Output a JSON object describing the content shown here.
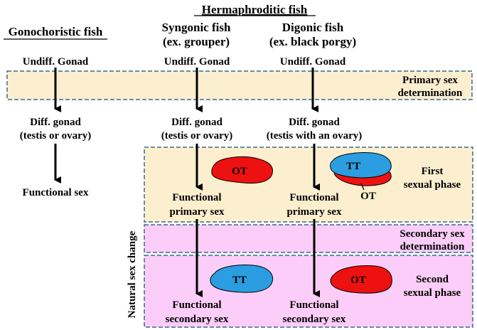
{
  "titles": {
    "hermaphroditic": "Hermaphroditic fish",
    "gonochoristic": "Gonochoristic fish",
    "syngonic_1": "Syngonic fish",
    "syngonic_2": "(ex. grouper)",
    "digonic_1": "Digonic fish",
    "digonic_2": "(ex. black porgy)"
  },
  "stages": {
    "undiff": "Undiff. Gonad",
    "gono_diff_1": "Diff. gonad",
    "gono_diff_2": "(testis or ovary)",
    "gono_functional": "Functional sex",
    "syn_diff_1": "Diff. gonad",
    "syn_diff_2": "(testis or ovary)",
    "dig_diff_1": "Diff. gonad",
    "dig_diff_2": "(testis with an ovary)",
    "func_primary_1": "Functional",
    "func_primary_2": "primary sex",
    "func_secondary_1": "Functional",
    "func_secondary_2": "secondary sex"
  },
  "bands": {
    "primary_det_1": "Primary sex",
    "primary_det_2": "determination",
    "first_phase_1": "First",
    "first_phase_2": "sexual phase",
    "secondary_det_1": "Secondary sex",
    "secondary_det_2": "determination",
    "second_phase_1": "Second",
    "second_phase_2": "sexual phase"
  },
  "side_label": "Natural sex change",
  "gonads": {
    "ot": "OT",
    "tt": "TT"
  },
  "colors": {
    "beige_band": "#fcefcf",
    "pink_band": "#fbcdf8",
    "band_border": "#3a6a8a",
    "ovary_red": "#ee1111",
    "testis_blue": "#2a9ee0"
  }
}
